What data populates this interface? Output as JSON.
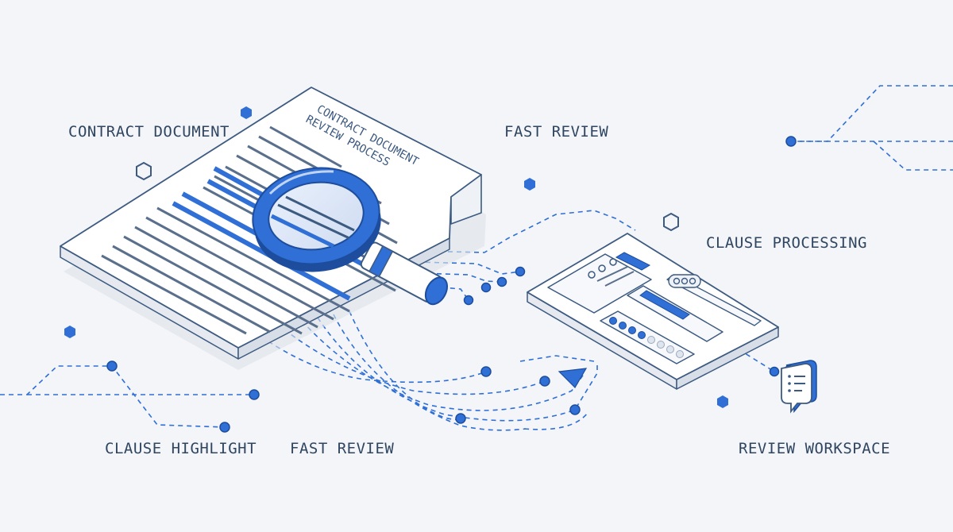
{
  "labels": {
    "contract_document": "CONTRACT DOCUMENT",
    "fast_review_top": "FAST REVIEW",
    "clause_processing": "CLAUSE PROCESSING",
    "clause_highlight": "CLAUSE HIGHLIGHT",
    "fast_review_bottom": "FAST REVIEW",
    "review_workspace": "REVIEW WORKSPACE"
  },
  "document": {
    "title_line1": "CONTRACT DOCUMENT",
    "title_line2": "REVIEW PROCESS"
  },
  "colors": {
    "background": "#f3f5f8",
    "outline": "#3d5a80",
    "accent_blue": "#2f6fd6",
    "label_text": "#2f4560"
  },
  "icons": {
    "magnifier": "magnifier-icon",
    "chat": "chat-bubble-icon",
    "arrow": "arrow-head-icon",
    "hexagon": "hexagon-icon",
    "node": "node-dot-icon"
  }
}
